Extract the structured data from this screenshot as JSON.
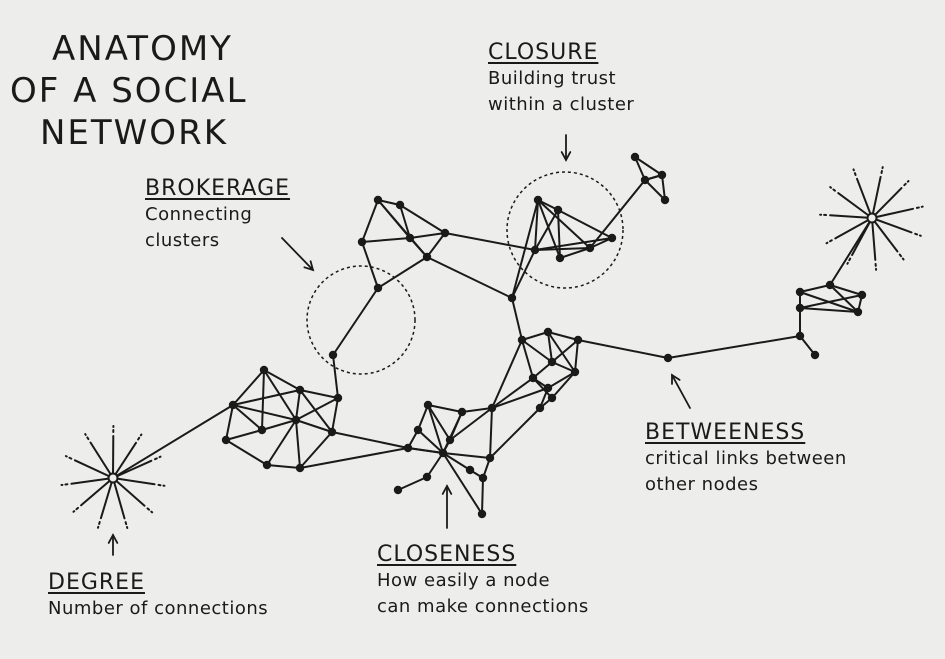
{
  "title_lines": [
    "ANATOMY",
    "OF A SOCIAL",
    "NETWORK"
  ],
  "labels": {
    "closure": {
      "heading": "CLOSURE",
      "lines": [
        "Building trust",
        "within a cluster"
      ]
    },
    "brokerage": {
      "heading": "BROKERAGE",
      "lines": [
        "Connecting",
        "clusters"
      ]
    },
    "betweeness": {
      "heading": "BETWEENESS",
      "lines": [
        "critical links between",
        "other nodes"
      ]
    },
    "closeness": {
      "heading": "CLOSENESS",
      "lines": [
        "How easily a node",
        "can make connections"
      ]
    },
    "degree": {
      "heading": "DEGREE",
      "lines": [
        "Number of connections"
      ]
    }
  },
  "colors": {
    "ink": "#1a1a1a",
    "paper": "#ededeb"
  }
}
